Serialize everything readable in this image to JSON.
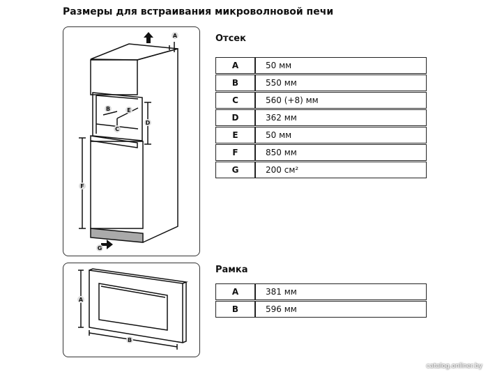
{
  "title": "Размеры для встраивания микроволновой печи",
  "compartment": {
    "heading": "Отсек",
    "rows": [
      {
        "key": "A",
        "value": "50 мм"
      },
      {
        "key": "B",
        "value": "550 мм"
      },
      {
        "key": "C",
        "value": "560 (+8) мм"
      },
      {
        "key": "D",
        "value": "362 мм"
      },
      {
        "key": "E",
        "value": "50 мм"
      },
      {
        "key": "F",
        "value": "850 мм"
      },
      {
        "key": "G",
        "value": "200 см²"
      }
    ]
  },
  "frame": {
    "heading": "Рамка",
    "rows": [
      {
        "key": "A",
        "value": "381 мм"
      },
      {
        "key": "B",
        "value": "596 мм"
      }
    ]
  },
  "diagram_labels": {
    "cabinet": [
      "A",
      "B",
      "C",
      "D",
      "E",
      "F",
      "G"
    ],
    "frame": [
      "A",
      "B"
    ]
  },
  "watermark": "catalog.onliner.by"
}
